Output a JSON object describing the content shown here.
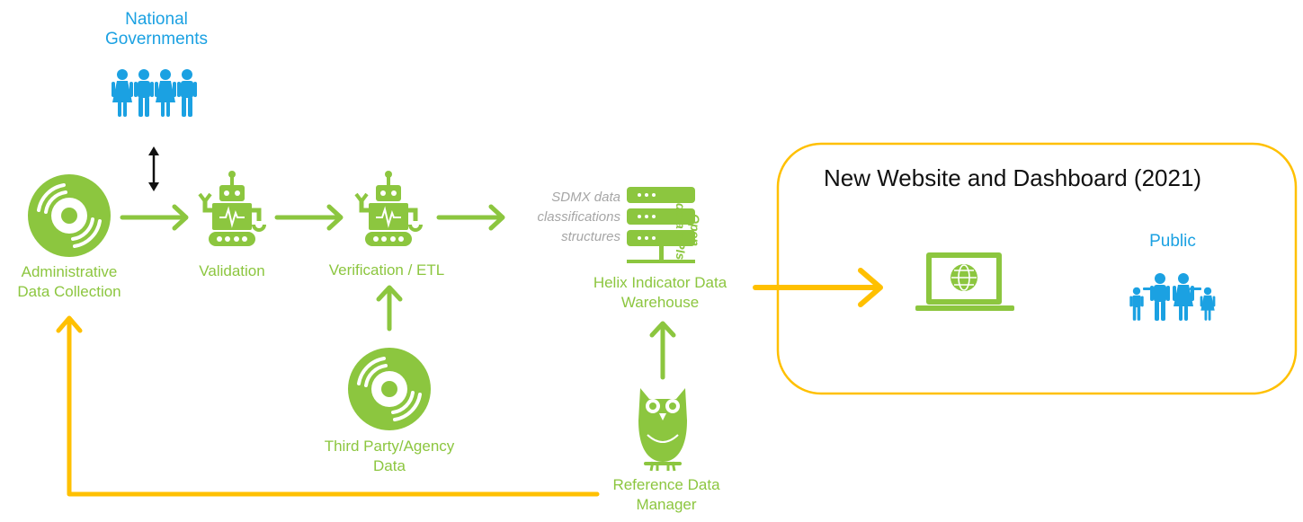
{
  "colors": {
    "green": "#8CC63F",
    "blue": "#1BA1E2",
    "yellow": "#FFC000",
    "grey": "#A6A6A6",
    "black": "#111111"
  },
  "nodes": {
    "national_governments": {
      "line1": "National",
      "line2": "Governments",
      "icon": "people-group-icon"
    },
    "admin_data": {
      "line1": "Administrative",
      "line2": "Data Collection",
      "icon": "disc-icon"
    },
    "validation": {
      "label": "Validation",
      "icon": "robot-icon"
    },
    "verification": {
      "label": "Verification / ETL",
      "icon": "robot-icon"
    },
    "third_party": {
      "line1": "Third Party/Agency",
      "line2": "Data",
      "icon": "disc-icon"
    },
    "warehouse": {
      "line1": "Helix Indicator Data",
      "line2": "Warehouse",
      "icon": "server-icon",
      "notes": [
        "SDMX data",
        "classifications",
        "structures"
      ],
      "apis_line1": "Open",
      "apis_line2": "data APIs"
    },
    "reference_manager": {
      "line1": "Reference Data",
      "line2": "Manager",
      "icon": "owl-icon"
    },
    "dashboard": {
      "title": "New Website and Dashboard (2021)",
      "laptop_icon": "laptop-globe-icon",
      "public_label": "Public",
      "public_icon": "family-icon"
    }
  },
  "edges": [
    {
      "from": "admin_data",
      "to": "validation",
      "color": "green"
    },
    {
      "from": "validation",
      "to": "verification",
      "color": "green"
    },
    {
      "from": "verification",
      "to": "warehouse",
      "color": "green"
    },
    {
      "from": "third_party",
      "to": "verification",
      "color": "green"
    },
    {
      "from": "reference_manager",
      "to": "warehouse",
      "color": "green"
    },
    {
      "from": "warehouse",
      "to": "dashboard",
      "color": "yellow"
    },
    {
      "from": "reference_manager",
      "to": "admin_data",
      "color": "yellow"
    },
    {
      "from": "national_governments",
      "to": "admin_data",
      "color": "black",
      "bidirectional": true
    }
  ]
}
